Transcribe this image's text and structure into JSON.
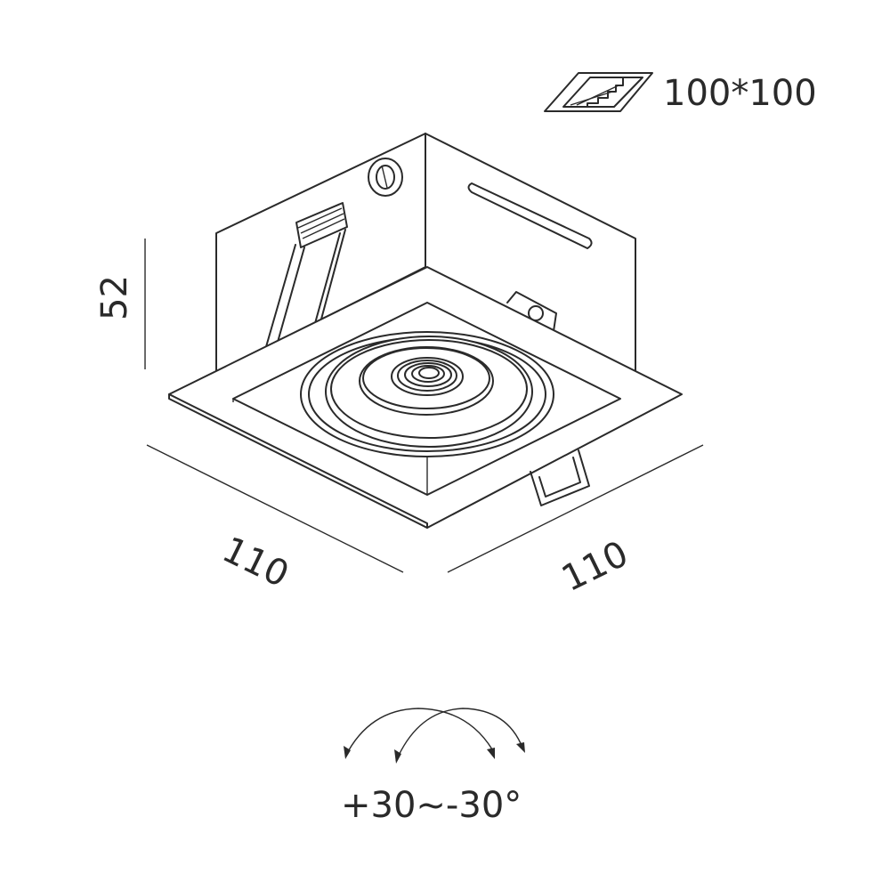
{
  "cutout": {
    "label": "100*100",
    "icon": "cutout-hatch-icon"
  },
  "dimensions": {
    "height": "52",
    "width_left": "110",
    "width_right": "110"
  },
  "tilt": {
    "label": "+30~-30°",
    "icon": "tilt-arrows-icon"
  },
  "colors": {
    "line": "#2a2a2a",
    "background": "#ffffff"
  }
}
